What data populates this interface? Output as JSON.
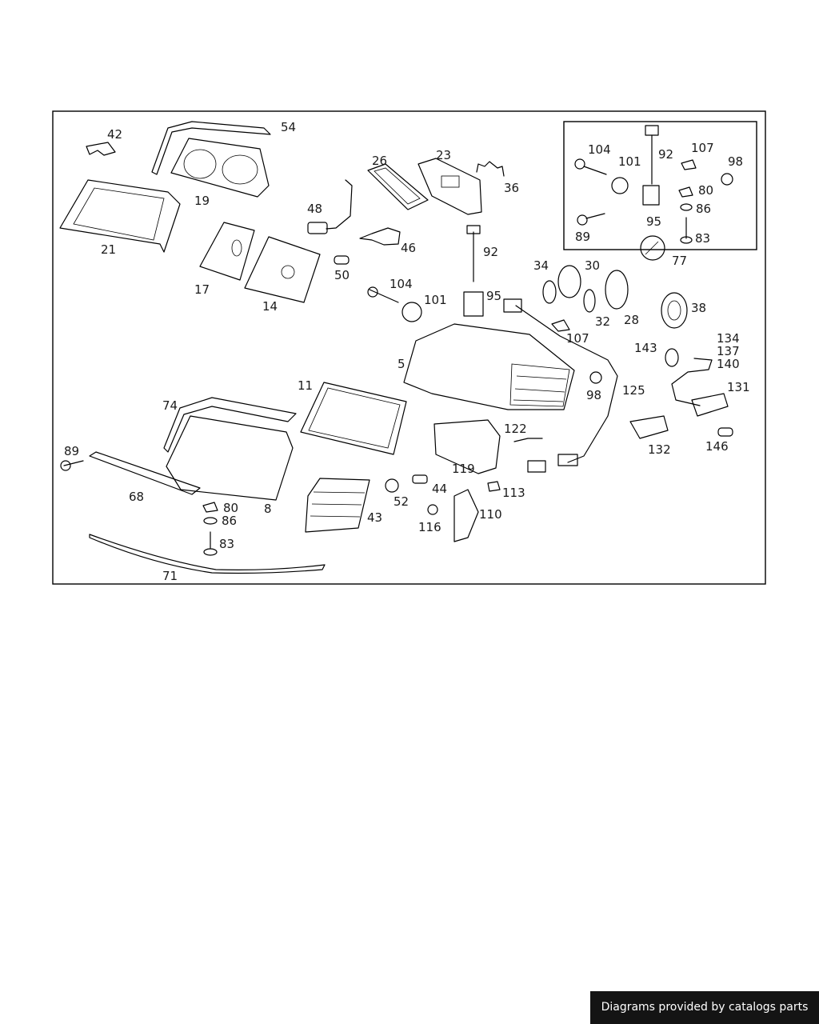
{
  "callouts": {
    "c54": "54",
    "c42": "42",
    "c19": "19",
    "c21": "21",
    "c26": "26",
    "c23": "23",
    "c36": "36",
    "c48": "48",
    "c46": "46",
    "c50": "50",
    "c17": "17",
    "c14": "14",
    "c92a": "92",
    "c104a": "104",
    "c101a": "101",
    "c95a": "95",
    "c34": "34",
    "c30": "30",
    "c32": "32",
    "c28": "28",
    "c38": "38",
    "c107a": "107",
    "c5": "5",
    "c143": "143",
    "c98a": "98",
    "c125": "125",
    "c134": "134",
    "c137": "137",
    "c140": "140",
    "c131": "131",
    "c132": "132",
    "c146": "146",
    "c11": "11",
    "c74": "74",
    "c89a": "89",
    "c68": "68",
    "c8": "8",
    "c80a": "80",
    "c86a": "86",
    "c83a": "83",
    "c71": "71",
    "c43": "43",
    "c52": "52",
    "c44": "44",
    "c116": "116",
    "c110": "110",
    "c113": "113",
    "c119": "119",
    "c122": "122",
    "c104b": "104",
    "c101b": "101",
    "c92b": "92",
    "c107b": "107",
    "c98b": "98",
    "c80b": "80",
    "c86b": "86",
    "c95b": "95",
    "c89b": "89",
    "c83b": "83",
    "c77": "77"
  },
  "footer": {
    "credit": "Diagrams provided by catalogs parts"
  }
}
